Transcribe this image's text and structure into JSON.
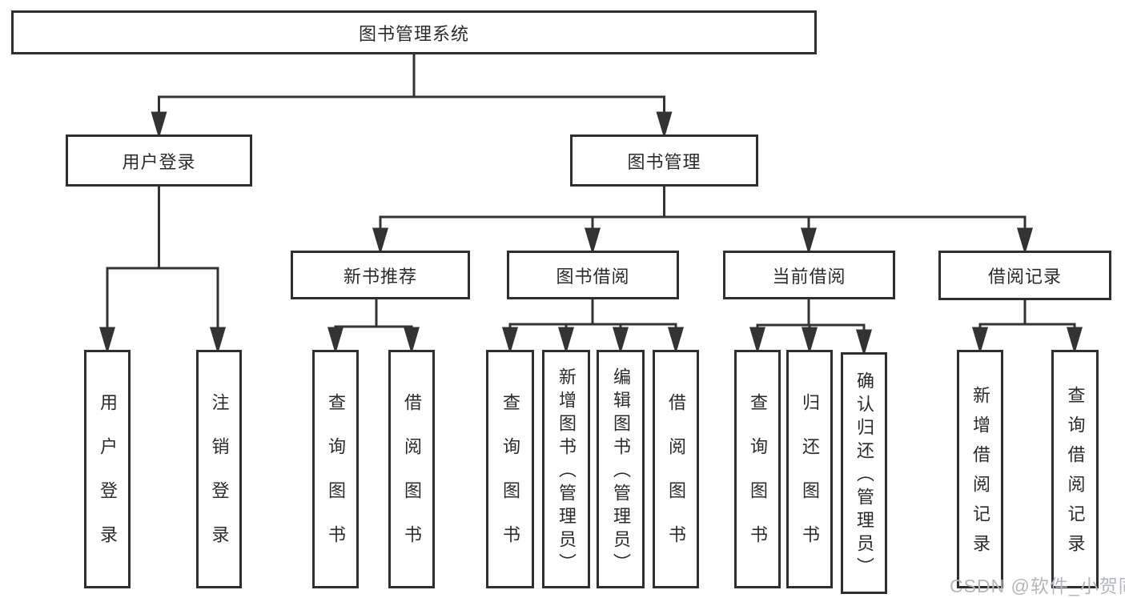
{
  "tree": {
    "root": "图书管理系统",
    "branches": [
      {
        "label": "用户登录",
        "children": [
          "用户登录",
          "注销登录"
        ]
      },
      {
        "label": "图书管理",
        "children": [
          {
            "label": "新书推荐",
            "children": [
              "查询图书",
              "借阅图书"
            ]
          },
          {
            "label": "图书借阅",
            "children": [
              "查询图书",
              "新增图书（管理员）",
              "编辑图书（管理员）",
              "借阅图书"
            ]
          },
          {
            "label": "当前借阅",
            "children": [
              "查询图书",
              "归还图书",
              "确认归还（管理员）"
            ]
          },
          {
            "label": "借阅记录",
            "children": [
              "新增借阅记录",
              "查询借阅记录"
            ]
          }
        ]
      }
    ]
  },
  "watermark": "CSDN @软件_小贺同学",
  "colors": {
    "line": "#333333",
    "text": "#2b2b2b",
    "watermark": "#b3b6ba",
    "background": "#ffffff"
  }
}
